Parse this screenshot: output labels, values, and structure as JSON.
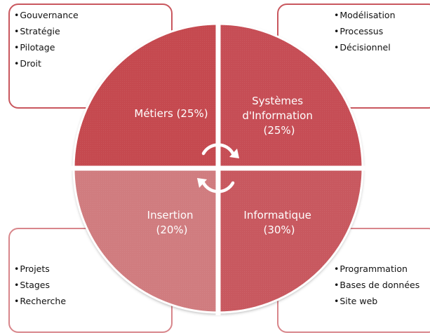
{
  "quadrants": {
    "top_left": {
      "label_lines": [
        "Métiers (25%)"
      ],
      "color": "#c5484f"
    },
    "top_right": {
      "label_lines": [
        "Systèmes",
        "d'Information",
        "(25%)"
      ],
      "color": "#c64e55"
    },
    "bottom_left": {
      "label_lines": [
        "Insertion",
        "(20%)"
      ],
      "color": "#d07b7f"
    },
    "bottom_right": {
      "label_lines": [
        "Informatique",
        "(30%)"
      ],
      "color": "#c8585e"
    }
  },
  "cards": {
    "top_left": {
      "items": [
        "Gouvernance",
        "Stratégie",
        "Pilotage",
        "Droit"
      ]
    },
    "top_right": {
      "items": [
        "Modélisation",
        "Processus",
        "Décisionnel"
      ]
    },
    "bottom_left": {
      "items": [
        "Projets",
        "Stages",
        "Recherche"
      ]
    },
    "bottom_right": {
      "items": [
        "Programmation",
        "Bases de données",
        "Site web"
      ]
    }
  },
  "colors": {
    "card_border": "#c9575e",
    "card_border_faded": "#d8868b",
    "divider": "#ffffff"
  },
  "icons": {
    "center": "cycle-arrows-icon"
  }
}
